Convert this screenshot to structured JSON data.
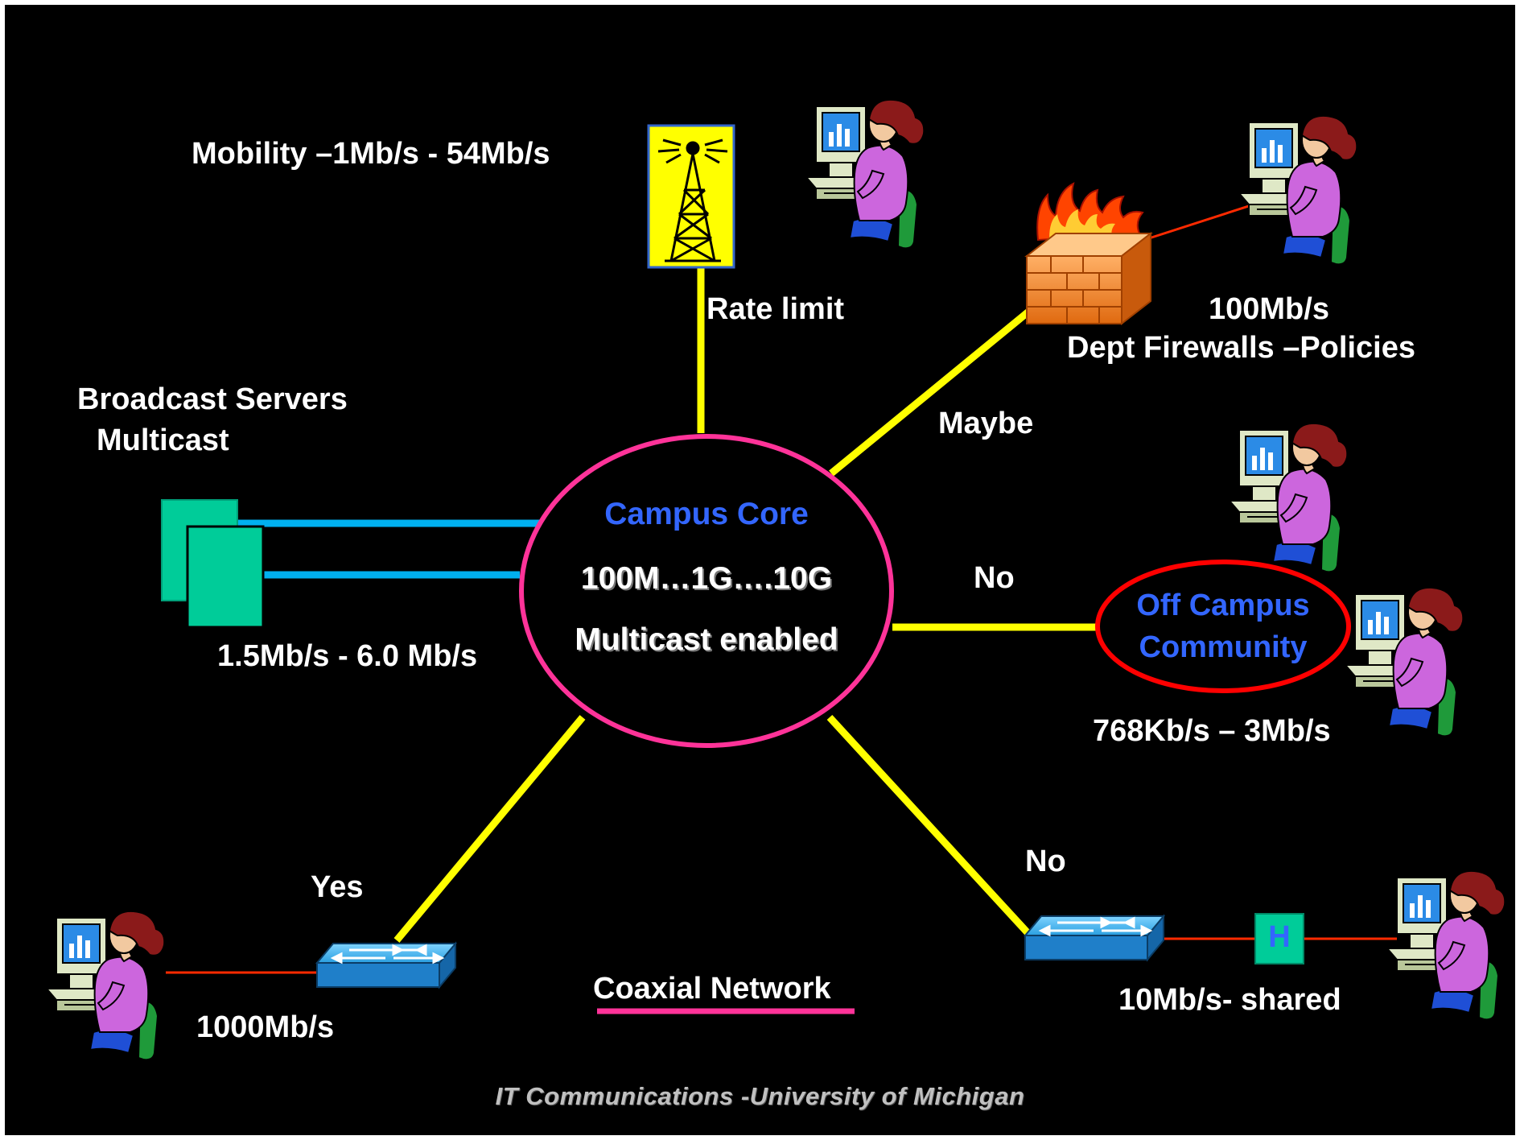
{
  "core": {
    "title": "Campus Core",
    "speeds": "100M…1G….10G",
    "multicast": "Multicast enabled"
  },
  "labels": {
    "mobility": "Mobility –1Mb/s - 54Mb/s",
    "rate_limit": "Rate limit",
    "broadcast_line1": "Broadcast Servers",
    "broadcast_line2": "Multicast",
    "broadcast_rate": "1.5Mb/s - 6.0 Mb/s",
    "firewall_rate": "100Mb/s",
    "firewall_desc": "Dept Firewalls –Policies",
    "maybe": "Maybe",
    "no_offcampus": "No",
    "off_campus_line1": "Off Campus",
    "off_campus_line2": "Community",
    "off_campus_rate": "768Kb/s – 3Mb/s",
    "yes": "Yes",
    "gig_rate": "1000Mb/s",
    "coaxial": "Coaxial Network",
    "no_shared": "No",
    "hub_letter": "H",
    "shared_rate": "10Mb/s- shared"
  },
  "footer": "IT Communications -University of Michigan",
  "colors": {
    "background": "#000000",
    "link_yellow": "#ffff00",
    "server_link": "#00b0f0",
    "red_link": "#ff2a00",
    "core_ring": "#ff3399",
    "off_campus_ring": "#ff0000",
    "server_green": "#00cc99",
    "label_blue": "#3366ff"
  },
  "icons": {
    "user": "user-at-computer-icon",
    "tower": "wireless-tower-icon",
    "firewall": "firewall-icon",
    "switch": "network-switch-icon",
    "hub": "hub-icon",
    "server": "server-icon"
  }
}
